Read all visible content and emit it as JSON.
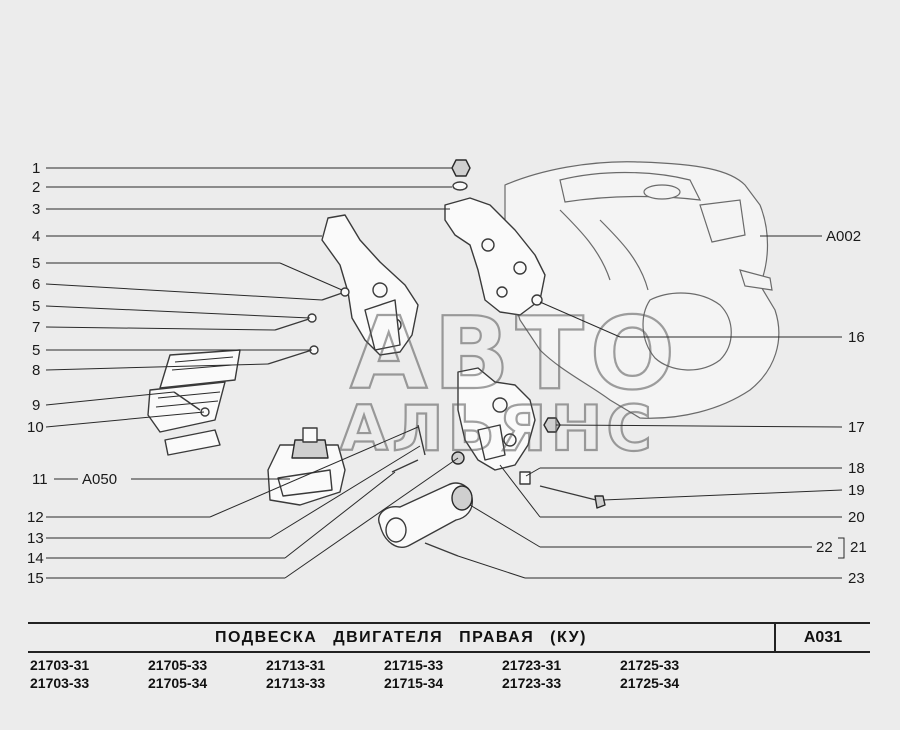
{
  "callouts": {
    "c1": "1",
    "c2": "2",
    "c3": "3",
    "c4": "4",
    "c5a": "5",
    "c6": "6",
    "c5b": "5",
    "c7": "7",
    "c5c": "5",
    "c8": "8",
    "c9": "9",
    "c10": "10",
    "c11": "11",
    "c11ref": "A050",
    "c12": "12",
    "c13": "13",
    "c14": "14",
    "c15": "15",
    "c16": "16",
    "c17": "17",
    "c18": "18",
    "c19": "19",
    "c20": "20",
    "c21": "21",
    "c22": "22",
    "c23": "23",
    "ref_engine": "A002"
  },
  "watermark": {
    "line1": "АВТО",
    "line2": "АЛЬЯНС"
  },
  "title_block": {
    "title": "ПОДВЕСКА  ДВИГАТЕЛЯ  ПРАВАЯ  (КУ)",
    "code": "A031"
  },
  "models": [
    "21703-31",
    "21705-33",
    "21713-31",
    "21715-33",
    "21723-31",
    "21725-33",
    "21703-33",
    "21705-34",
    "21713-33",
    "21715-34",
    "21723-33",
    "21725-34"
  ]
}
